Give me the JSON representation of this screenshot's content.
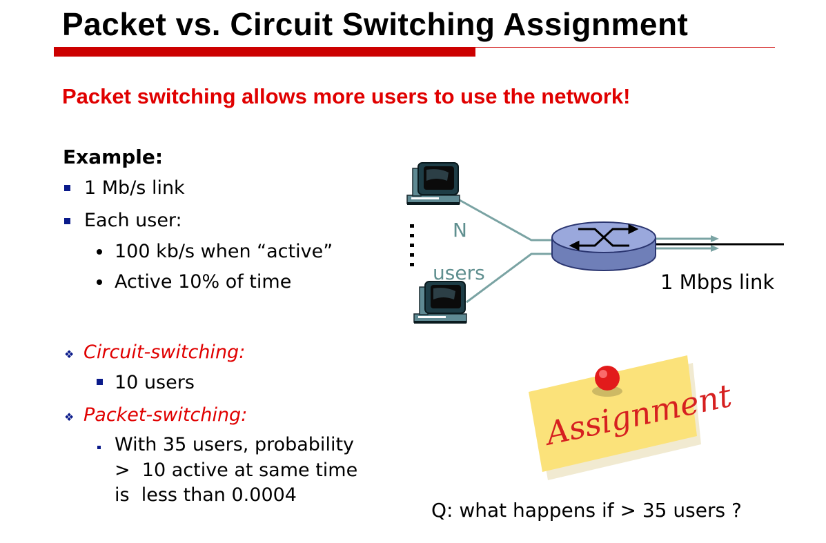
{
  "slide": {
    "title": "Packet vs. Circuit Switching Assignment",
    "subtitle": "Packet switching allows more users to use the network!"
  },
  "example": {
    "heading": "Example:",
    "bullets": [
      "1 Mb/s link",
      "Each user:"
    ],
    "sub_bullets": [
      "100 kb/s when “active”",
      "Active 10% of time"
    ]
  },
  "circuit": {
    "label": "Circuit-switching:",
    "detail": "10 users"
  },
  "packet": {
    "label": "Packet-switching:",
    "lines": [
      "With 35 users, probability",
      ">  10 active at same time",
      "is  less than 0.0004"
    ]
  },
  "diagram": {
    "n_label": "N",
    "users_label": "users",
    "link_label": "1 Mbps link",
    "icons": [
      "computer-icon",
      "computer-icon",
      "router-icon"
    ]
  },
  "note": {
    "text": "Assignment"
  },
  "question": "Q: what happens if > 35 users ?",
  "colors": {
    "accent_red": "#cc0000",
    "bullet_blue": "#0a1a8a",
    "link_teal": "#7aa3a3",
    "router_blue": "#8f9ed4",
    "note_yellow": "#fbe27a"
  }
}
